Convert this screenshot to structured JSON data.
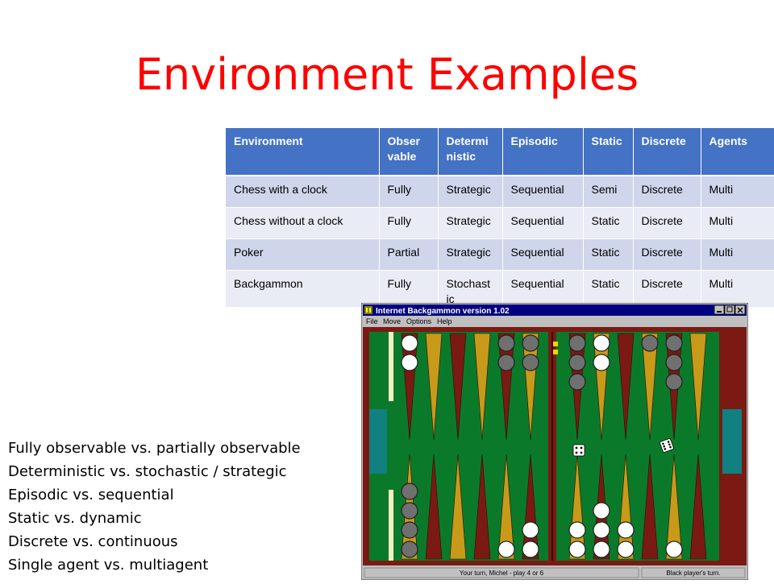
{
  "slide": {
    "title": "Environment Examples"
  },
  "table": {
    "headers": [
      "Environment",
      "Obser vable",
      "Determi nistic",
      "Episodic",
      "Static",
      "Discrete",
      "Agents"
    ],
    "rows": [
      [
        "Chess with a clock",
        "Fully",
        "Strategic",
        "Sequential",
        "Semi",
        "Discrete",
        "Multi"
      ],
      [
        "Chess without a clock",
        "Fully",
        "Strategic",
        "Sequential",
        "Static",
        "Discrete",
        "Multi"
      ],
      [
        "Poker",
        "Partial",
        "Strategic",
        "Sequential",
        "Static",
        "Discrete",
        "Multi"
      ],
      [
        "Backgammon",
        "Fully",
        "Stochast ic",
        "Sequential",
        "Static",
        "Discrete",
        "Multi"
      ]
    ]
  },
  "bullets": [
    "Fully observable vs. partially observable",
    "Deterministic vs. stochastic / strategic",
    "Episodic vs. sequential",
    "Static vs. dynamic",
    "Discrete vs. continuous",
    "Single agent vs. multiagent"
  ],
  "backgammon_window": {
    "title": "Internet Backgammon version 1.02",
    "menu": [
      "File",
      "Move",
      "Options",
      "Help"
    ],
    "status_left": "Your turn, Michel - play 4 or 6",
    "status_right": "Black player's turn.",
    "colors": {
      "felt": "#0a7a2a",
      "frame": "#7a1a12",
      "point_dark": "#7a1a12",
      "point_light": "#c89a1a",
      "checker_white": "#ffffff",
      "checker_black": "#707070"
    }
  }
}
